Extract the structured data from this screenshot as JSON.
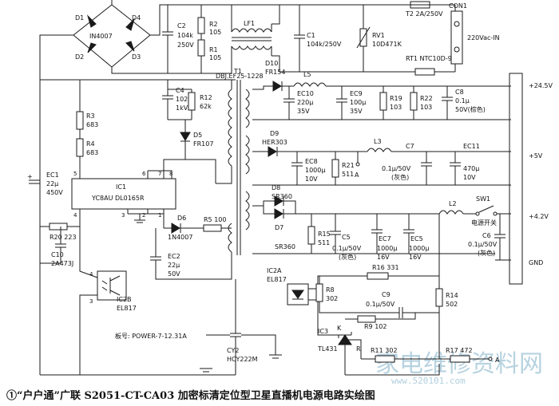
{
  "caption": "①“户户通”广联 S2051-CT-CA03 加密标清定位型卫星直播机电源电路实绘图",
  "board_label": "板号: POWER-7-12.31A",
  "watermark": "家电维修资料网",
  "watermark_url": "www.520101.com",
  "parts": {
    "d1": "D1",
    "d2": "D2",
    "d3": "D3",
    "d4": "D4",
    "bridge": "IN4007",
    "c2": "C2",
    "c2v": "104k",
    "c2v2": "250V",
    "r2": "R2",
    "r2v": "105",
    "r1": "R1",
    "r1v": "105",
    "lf1": "LF1",
    "c1": "C1",
    "c1v": "104k/250V",
    "rv1": "RV1",
    "rv1v": "10D471K",
    "t2": "T2 2A/250V",
    "rt1": "RT1 NTC10D-9",
    "con1": "CON1",
    "ac": "220Vac-IN",
    "t1": "T1",
    "t1v": "DBJ.EF25-1228",
    "c4": "C4",
    "c4v": "102k",
    "c4v2": "1kV",
    "r12": "R12",
    "r12v": "62k",
    "d5": "D5",
    "d5v": "FR107",
    "r3": "R3",
    "r3v": "683",
    "r4": "R4",
    "r4v": "683",
    "ec1": "EC1",
    "ec1v": "22µ",
    "ec1v2": "450V",
    "ic1": "IC1",
    "ic1v": "YC8AU DL0165R",
    "r20": "R20 223",
    "c10": "C10",
    "c10v": "2A473J",
    "d6": "D6",
    "d6v": "1N4007",
    "r5": "R5 100",
    "ec2": "EC2",
    "ec2v": "22µ",
    "ec2v2": "50V",
    "ic2b": "IC2B",
    "ic2bv": "EL817",
    "cy2": "CY2",
    "cy2v": "HCY222M",
    "d10": "D10",
    "d10v": "FR154",
    "l5": "L5",
    "ec10": "EC10",
    "ec10v": "220µ",
    "ec10v2": "35V",
    "ec9": "EC9",
    "ec9v": "100µ",
    "ec9v2": "35V",
    "r19": "R19",
    "r19v": "103",
    "r22": "R22",
    "r22v": "103",
    "c8": "C8",
    "c8v": "0.1µ",
    "c8v2": "50V(棕色)",
    "d9": "D9",
    "d9v": "HER303",
    "ec8": "EC8",
    "ec8v": "1000µ",
    "ec8v2": "10V",
    "r21": "R21",
    "r21v": "511",
    "pointA": "A",
    "l3": "L3",
    "c7": "C7",
    "c7v": "0.1µ/50V",
    "c7v2": "(灰色)",
    "ec11": "EC11",
    "ec11v": "470µ",
    "ec11v2": "10V",
    "d8": "D8",
    "d8v": "SR360",
    "d7": "D7",
    "d7v": "SR360",
    "r15": "R15",
    "r15v": "511",
    "c5": "C5",
    "c5v": "0.1µ/50V",
    "c5v2": "(灰色)",
    "ec7": "EC7",
    "ec7v": "1000µ",
    "ec7v2": "16V",
    "ec5": "EC5",
    "ec5v": "1000µ",
    "ec5v2": "16V",
    "l2": "L2",
    "sw1": "SW1",
    "sw1v": "电源开关",
    "c6": "C6",
    "c6v": "0.1µ/50V",
    "c6v2": "(灰色)",
    "ic2a": "IC2A",
    "ic2av": "EL817",
    "r8": "R8",
    "r8v": "302",
    "r16": "R16 331",
    "c9": "C9",
    "c9v": "0.1µ/50V",
    "r14": "R14",
    "r14v": "502",
    "r9": "R9 102",
    "ic3": "IC3",
    "ic3v": "TL431",
    "k": "K",
    "r": "R",
    "r11": "R11 302",
    "r17": "R17 472",
    "pointA2": "A",
    "pin1": "1",
    "pin2": "2",
    "pin3": "3",
    "pin4": "4",
    "pin5": "5",
    "pin6": "6",
    "pin7": "7",
    "pin8": "8"
  },
  "rails": {
    "v245": "+24.5V",
    "v5": "+5V",
    "v42": "+4.2V",
    "gnd": "GND"
  }
}
